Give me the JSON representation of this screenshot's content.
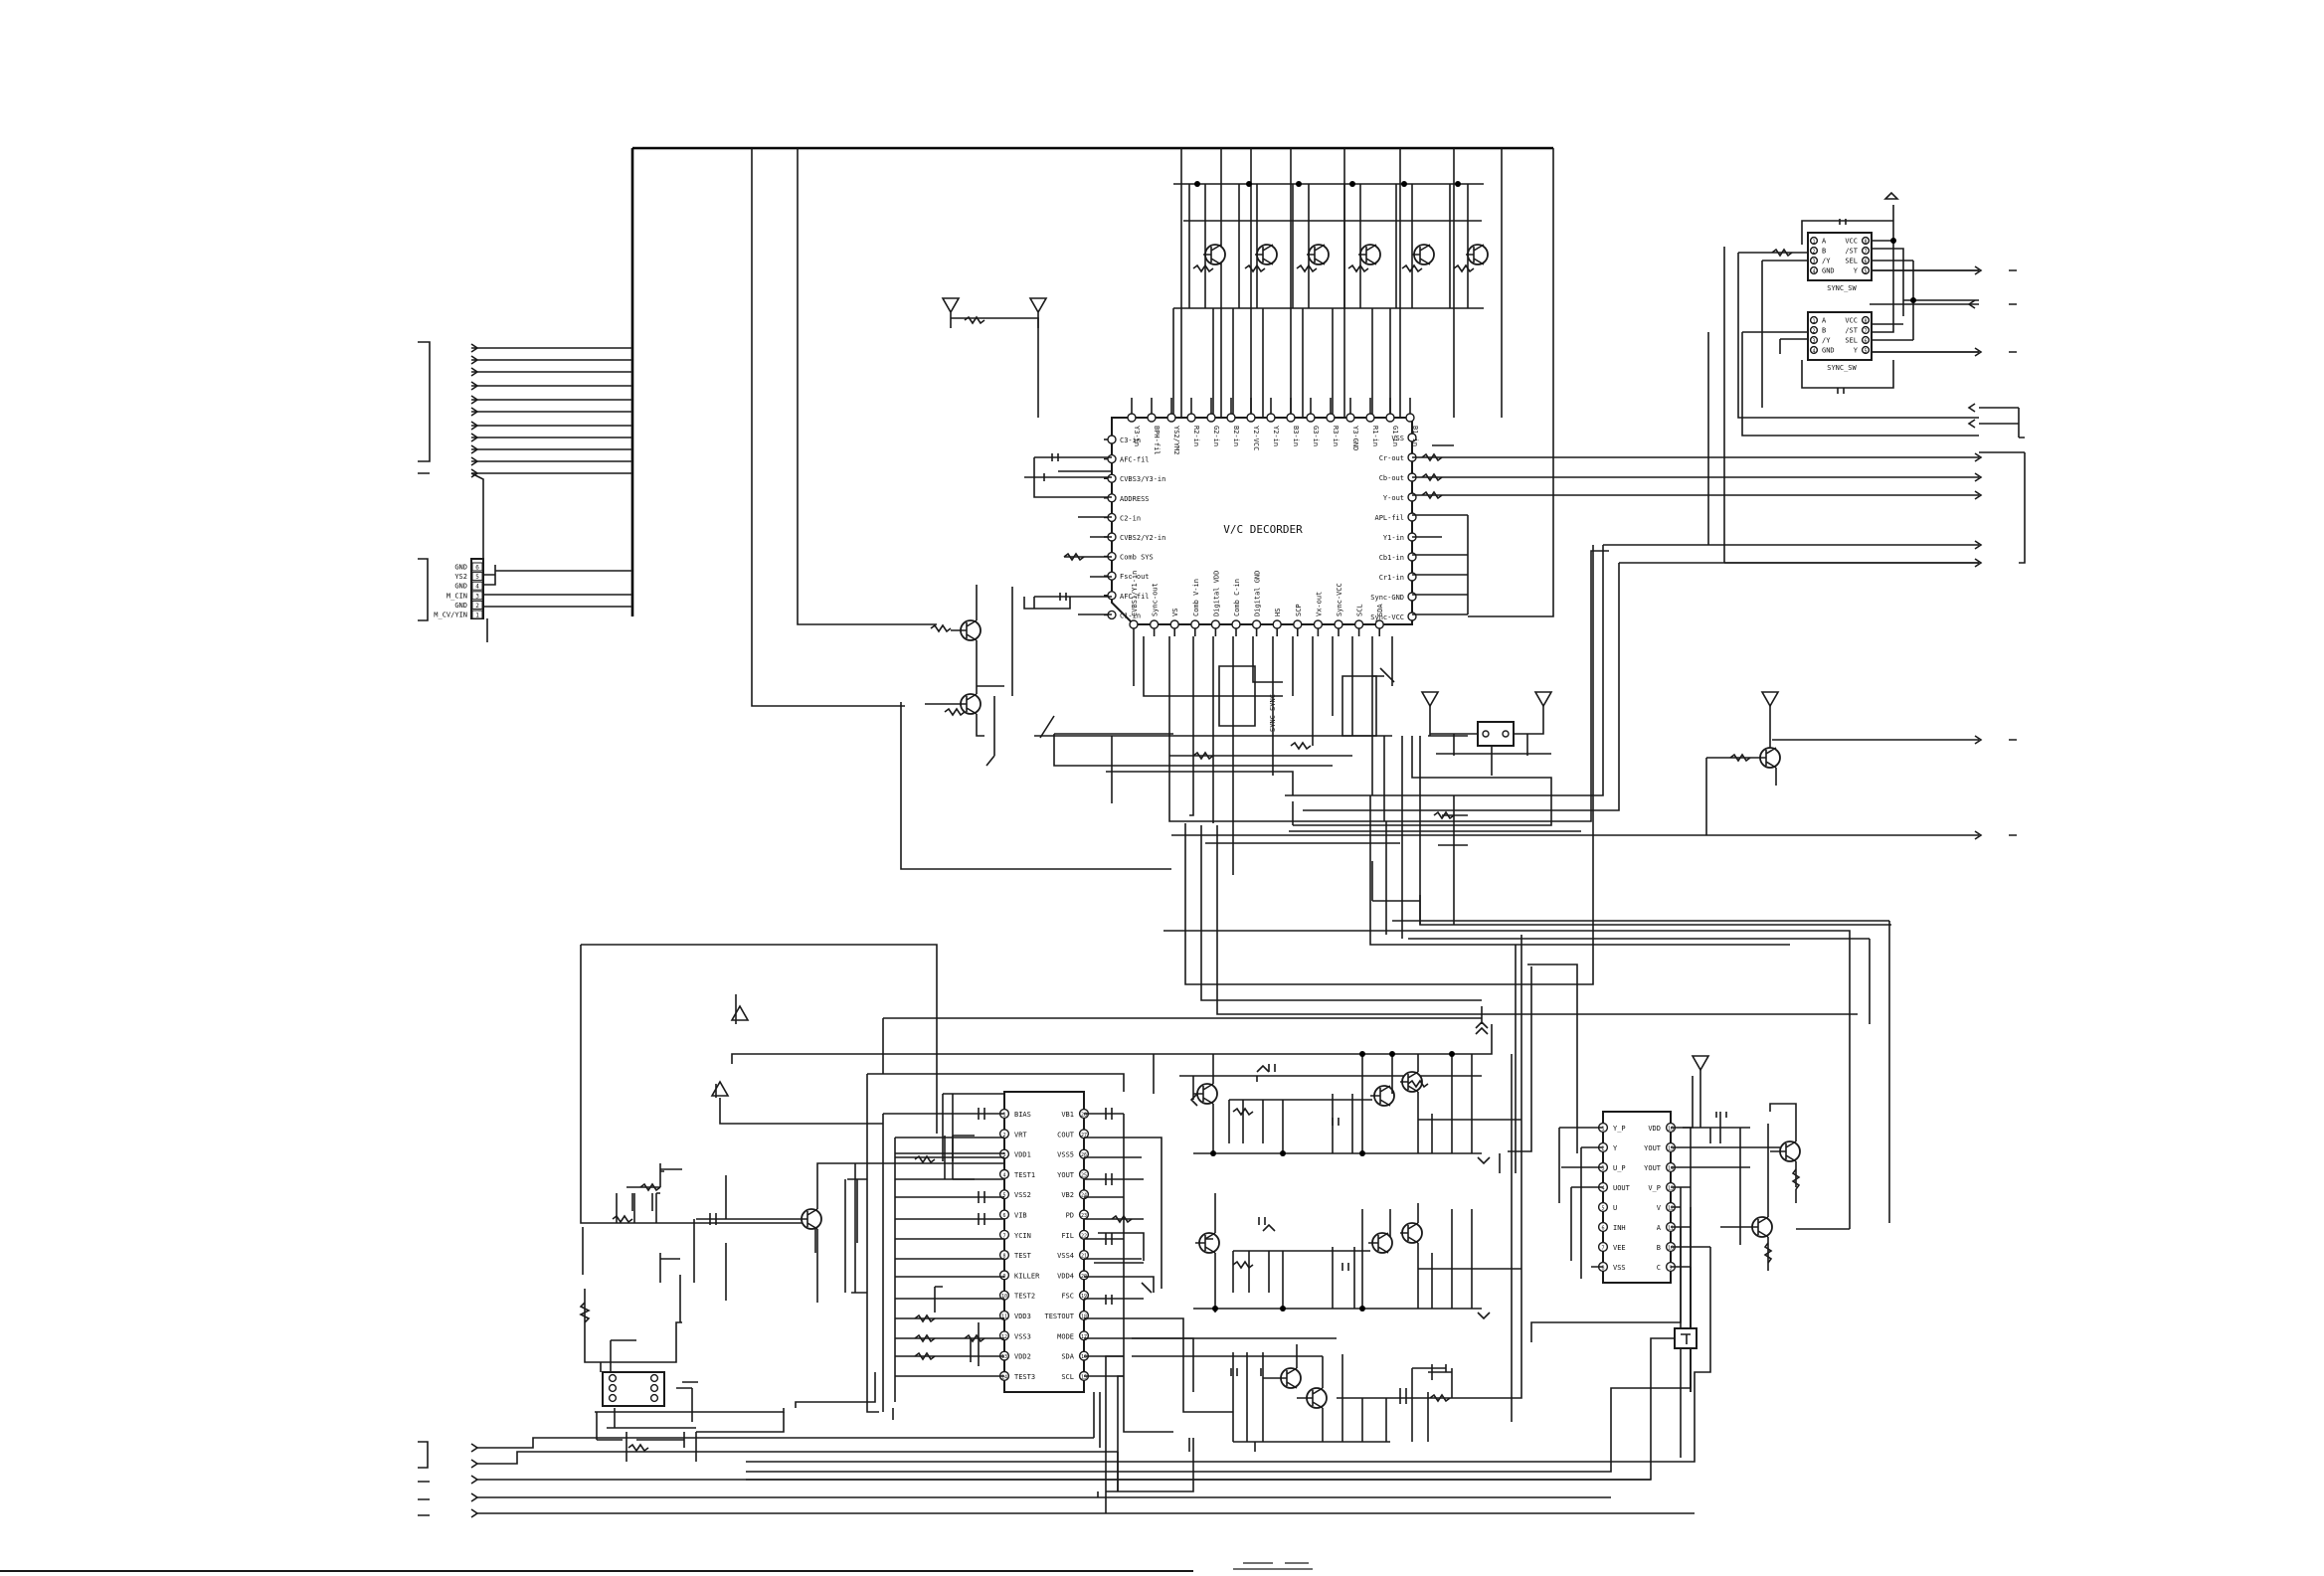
{
  "ic_vc_decoder": {
    "title": "V/C DECORDER",
    "left_pins": [
      "C3-in",
      "AFC-fil",
      "CVBS3/Y3-in",
      "ADDRESS",
      "C2-in",
      "CVBS2/Y2-in",
      "Comb SYS",
      "Fsc-out",
      "AFC-fil",
      "C1-in"
    ],
    "right_pins": [
      "VSS",
      "Cr-out",
      "Cb-out",
      "Y-out",
      "APL-fil",
      "Y1-in",
      "Cb1-in",
      "Cr1-in",
      "Sync-GND",
      "Sync-VCC"
    ],
    "top_pins": [
      "Y3-in",
      "BPH-fil",
      "YS2/YM2",
      "R2-in",
      "G2-in",
      "B2-in",
      "Y2-VCC",
      "Y2-in",
      "B3-in",
      "G3-in",
      "R3-in",
      "Y3-GND",
      "R1-in",
      "G1-in",
      "B1-in"
    ],
    "bottom_pins": [
      "CVBS1/Y1-in",
      "Sync-out",
      "VS",
      "Comb V-in",
      "Digital VDD",
      "Comb C-in",
      "Digital GND",
      "HS",
      "SCP",
      "Vx-out",
      "Sync-VCC",
      "SCL",
      "SDA"
    ],
    "bottom_label": "SYNC-SYNC"
  },
  "ic_sync_sw_top": {
    "title": "SYNC_SW",
    "left_pins": [
      "A",
      "B",
      "/Y",
      "GND"
    ],
    "left_nums": [
      "1",
      "2",
      "3",
      "4"
    ],
    "right_pins": [
      "VCC",
      "/ST",
      "SEL",
      "Y"
    ],
    "right_nums": [
      "8",
      "7",
      "6",
      "5"
    ]
  },
  "ic_sync_sw_bottom": {
    "title": "SYNC_SW",
    "left_pins": [
      "A",
      "B",
      "/Y",
      "GND"
    ],
    "left_nums": [
      "1",
      "2",
      "3",
      "4"
    ],
    "right_pins": [
      "VCC",
      "/ST",
      "SEL",
      "Y"
    ],
    "right_nums": [
      "8",
      "7",
      "6",
      "5"
    ]
  },
  "connector_left": {
    "pins": [
      "GND",
      "YS2",
      "GND",
      "M_CIN",
      "GND",
      "M_CV/YIN"
    ],
    "nums": [
      "6",
      "5",
      "4",
      "3",
      "2",
      "1"
    ]
  },
  "ic_comb": {
    "left_pins": [
      "BIAS",
      "VRT",
      "VDD1",
      "TEST1",
      "VSS2",
      "VIB",
      "YCIN",
      "TEST",
      "KILLER",
      "TEST2",
      "VDD3",
      "VSS3",
      "VDD2",
      "TEST3"
    ],
    "left_nums": [
      "1",
      "2",
      "3",
      "4",
      "5",
      "6",
      "7",
      "8",
      "9",
      "10",
      "11",
      "12",
      "13",
      "14"
    ],
    "right_pins": [
      "VB1",
      "COUT",
      "VSS5",
      "YOUT",
      "VB2",
      "PD",
      "FIL",
      "VSS4",
      "VDD4",
      "FSC",
      "TESTOUT",
      "MODE",
      "SDA",
      "SCL"
    ],
    "right_nums": [
      "28",
      "27",
      "26",
      "25",
      "24",
      "23",
      "22",
      "21",
      "20",
      "19",
      "18",
      "17",
      "16",
      "15"
    ]
  },
  "ic_out": {
    "left_pins": [
      "Y_P",
      "Y",
      "U_P",
      "UOUT",
      "U",
      "INH",
      "VEE",
      "VSS"
    ],
    "left_nums": [
      "1",
      "2",
      "3",
      "4",
      "5",
      "6",
      "7",
      "8"
    ],
    "right_pins": [
      "VDD",
      "YOUT",
      "YOUT",
      "V_P",
      "V",
      "A",
      "B",
      "C"
    ],
    "right_nums": [
      "16",
      "15",
      "14",
      "13",
      "12",
      "11",
      "10",
      "9"
    ]
  }
}
